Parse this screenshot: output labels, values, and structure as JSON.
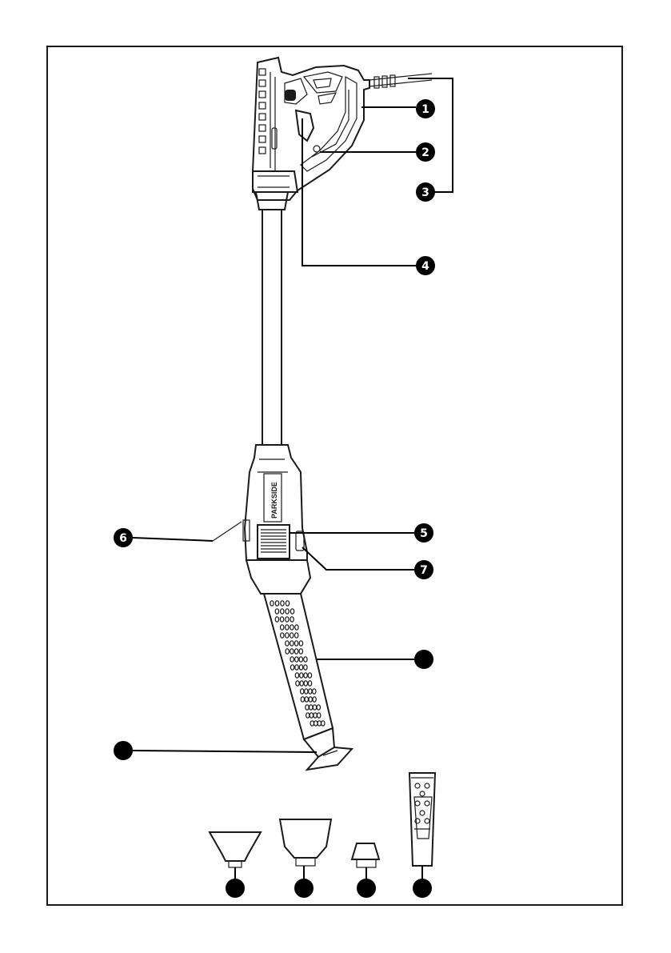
{
  "figure": {
    "brand_mark": "PARKSIDE",
    "callouts": [
      {
        "id": "c1",
        "label": "1"
      },
      {
        "id": "c2",
        "label": "2"
      },
      {
        "id": "c3",
        "label": "3"
      },
      {
        "id": "c4",
        "label": "4"
      },
      {
        "id": "c5",
        "label": "5"
      },
      {
        "id": "c6",
        "label": "6"
      },
      {
        "id": "c7",
        "label": "7"
      },
      {
        "id": "c8",
        "label": ""
      },
      {
        "id": "c9",
        "label": ""
      },
      {
        "id": "c10",
        "label": ""
      },
      {
        "id": "c11",
        "label": ""
      },
      {
        "id": "c12",
        "label": ""
      },
      {
        "id": "c13",
        "label": ""
      }
    ]
  }
}
